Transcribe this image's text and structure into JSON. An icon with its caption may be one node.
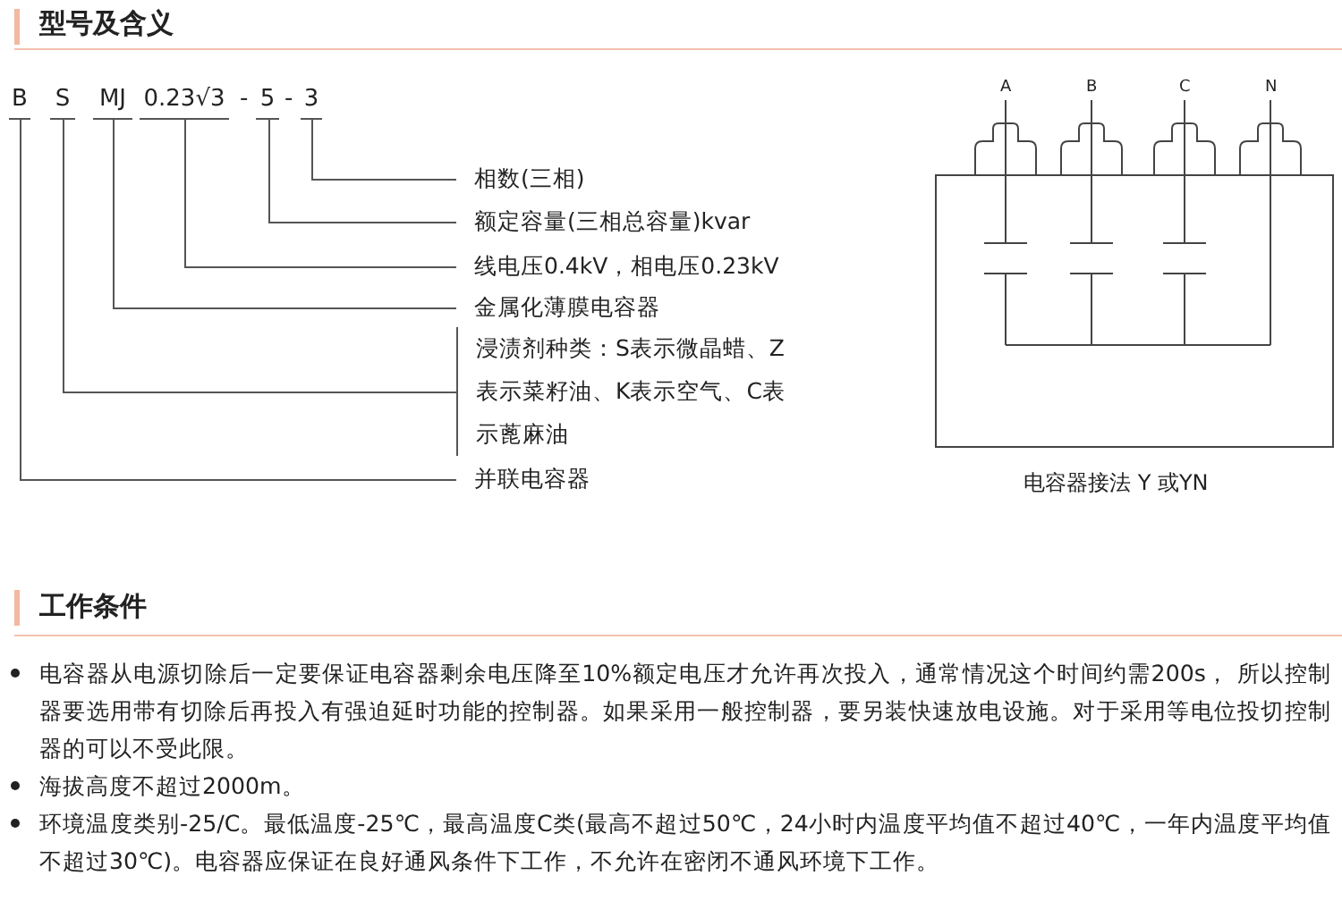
{
  "diagram": {
    "nodes": [
      {
        "text": [
          "B"
        ]
      },
      {
        "text": [
          "S"
        ]
      },
      {
        "text": [
          "MJ"
        ]
      },
      {
        "text": [
          "0.23√3"
        ]
      },
      {
        "text": [
          "5"
        ]
      },
      {
        "text": [
          "3"
        ]
      },
      {
        "text": [
          "相数(三相)"
        ]
      },
      {
        "text": [
          "额定容量(三相总容量)kvar"
        ]
      },
      {
        "text": [
          "线电压0.4kV，相电压0.23kV"
        ]
      },
      {
        "text": [
          "金属化薄膜电容器"
        ]
      },
      {
        "text": [
          "浸渍剂种类：S表示微晶蜡、Z表示菜籽油、K表示空气、C表示蓖麻油"
        ]
      },
      {
        "text": [
          "并联电容器"
        ]
      }
    ],
    "edges": [
      {
        "from": 5,
        "to": 6,
        "arrow": "none"
      },
      {
        "from": 4,
        "to": 7,
        "arrow": "none"
      },
      {
        "from": 3,
        "to": 8,
        "arrow": "none"
      },
      {
        "from": 2,
        "to": 9,
        "arrow": "none"
      },
      {
        "from": 1,
        "to": 10,
        "arrow": "none"
      },
      {
        "from": 0,
        "to": 11,
        "arrow": "none"
      }
    ],
    "labels": [
      "型号及含义",
      "-",
      "-",
      "A",
      "B",
      "C",
      "N",
      "电容器接法 Y 或YN",
      "工作条件",
      "电容器从电源切除后一定要保证电容器剩余电压降至10%额定电压才允许再次投入，通常情况这个时间约需200s， 所以控制器要选用带有切除后再投入有强迫延时功能的控制器。如果采用一般控制器，要另装快速放电设施。对于采用等电位投切控制器的可以不受此限。",
      "海拔高度不超过2000m。",
      "环境温度类别-25/C。最低温度-25℃，最高温度C类(最高不超过50℃，24小时内温度平均值不超过40℃，一年内温度平均值不超过30℃)。电容器应保证在良好通风条件下工作，不允许在密闭不通风环境下工作。"
    ]
  }
}
